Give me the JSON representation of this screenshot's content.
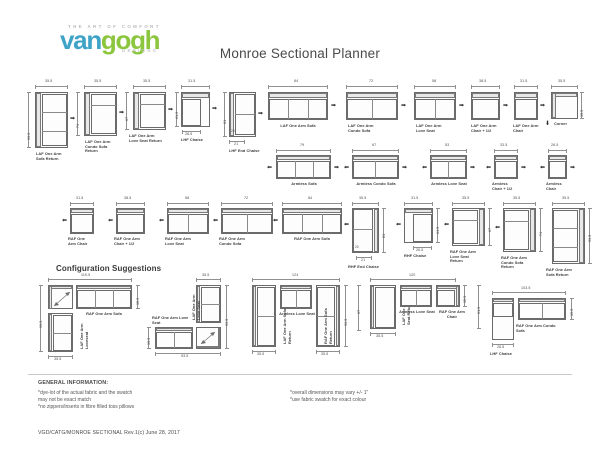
{
  "brand": {
    "tagline": "THE ART OF COMFORT",
    "name_part1": "van",
    "name_part2": "gogh",
    "subtitle": "DESIGNS",
    "color_blue": "#3ea3c6",
    "color_green": "#8cc63e"
  },
  "page_title": "Monroe Sectional Planner",
  "sections": {
    "configurations_heading": "Configuration Suggestions"
  },
  "rows": {
    "row1": [
      {
        "name": "LAF One Arm\nSofa Return",
        "width": "35.5",
        "height": "93.5"
      },
      {
        "name": "LAF One Arm\nCondo Sofa\nReturn",
        "width": "35.5",
        "height": "74"
      },
      {
        "name": "LAF One Arm\nLove Seat Return",
        "width": "35.5",
        "height": "67"
      },
      {
        "name": "LHF Chaise",
        "width": "31.5",
        "height": "61.5",
        "height2": "81",
        "depth": "26.5"
      },
      {
        "name": "LHF End Chaise",
        "width": "35.5",
        "height": "81",
        "depth": "21",
        "sub": "20"
      },
      {
        "name": "LAF One Arm Sofa",
        "width": "84"
      },
      {
        "name": "LAF One Arm\nCondo Sofa",
        "width": "72"
      },
      {
        "name": "LAF One Arm\nLove Seat",
        "width": "58"
      },
      {
        "name": "LAF One Arm\nChair + 1/2",
        "width": "38.5"
      },
      {
        "name": "LAF One Arm\nChair",
        "width": "31.5"
      },
      {
        "name": "Corner",
        "width": "35.5",
        "height": "35.5"
      }
    ],
    "row2": [
      {
        "name": "Armless Sofa",
        "width": "79"
      },
      {
        "name": "Armless Condo Sofa",
        "width": "67"
      },
      {
        "name": "Armless Love Seat",
        "width": "53"
      },
      {
        "name": "Armless\nChair + 1/2",
        "width": "33.5"
      },
      {
        "name": "Armless\nChair",
        "width": "26.5"
      }
    ],
    "row3": [
      {
        "name": "RAF One\nArm Chair",
        "width": "31.5"
      },
      {
        "name": "RAF One Arm\nChair + 1/2",
        "width": "38.5"
      },
      {
        "name": "RAF One Arm\nLove Seat",
        "width": "58"
      },
      {
        "name": "RAF One Arm\nCondo Sofa",
        "width": "72"
      },
      {
        "name": "RAF One Arm Sofa",
        "width": "84"
      },
      {
        "name": "RHF End Chaise",
        "width": "35.5",
        "height": "81",
        "depth": "21",
        "sub": "20"
      },
      {
        "name": "RHF Chaise",
        "width": "31.5",
        "height": "61.5",
        "depth": "26.5"
      },
      {
        "name": "RAF One Arm\nLove Seat\nReturn",
        "width": "35.5",
        "height": "67"
      },
      {
        "name": "RAF One Arm\nCondo Sofa\nReturn",
        "width": "35.5",
        "height": "74"
      },
      {
        "name": "RAF One Arm\nSofa Return",
        "width": "35.5",
        "height": "93.5"
      }
    ]
  },
  "configurations": [
    {
      "id": "config-1",
      "overall_width": "119.5",
      "overall_height": "93.5",
      "depth": "35.5",
      "base_width": "35.5",
      "parts": [
        "RAF One Arm Sofa",
        "LAF One Arm Loveseat"
      ]
    },
    {
      "id": "config-2",
      "overall_width": "93.5",
      "overall_height": "93.5",
      "depth": "35.5",
      "side_depth": "35.5",
      "parts": [
        "LAF One Arm Love Seat",
        "RAF One Arm Love Seat"
      ]
    },
    {
      "id": "config-3",
      "overall_width": "124",
      "overall_height": "93.5",
      "depth": "67",
      "left_width": "35.5",
      "right_width": "35.5",
      "parts": [
        "Armless Love Seat",
        "LAF One Arm Sofa Return",
        "RAF One Arm Sofa Return"
      ]
    },
    {
      "id": "config-4",
      "overall_width": "120",
      "overall_height": "61.5",
      "depth": "35.5",
      "left_width": "35.5",
      "parts": [
        "Armless Love Seat",
        "RAF One Arm Chair",
        "LAF One Arm Love Seat Return"
      ]
    },
    {
      "id": "config-5",
      "overall_width": "103.5",
      "depth": "35.5",
      "chaise_width": "26.5",
      "parts": [
        "RAF One Arm Condo Sofa",
        "LHF Chaise"
      ]
    }
  ],
  "footer": {
    "general_heading": "GENERAL INFORMATION:",
    "notes_left": "*dye-lot of the actual fabric and the swatch\n may not be exact match\n*no zippers/inserts in fibre filled toss pillows",
    "notes_right": "*overall dimensions may vary +/- 1\"\n*use fabric swatch for exact colour",
    "doc_id": "VGD/CATG/MONROE SECTIONAL Rev.1(c) June 28, 2017"
  }
}
